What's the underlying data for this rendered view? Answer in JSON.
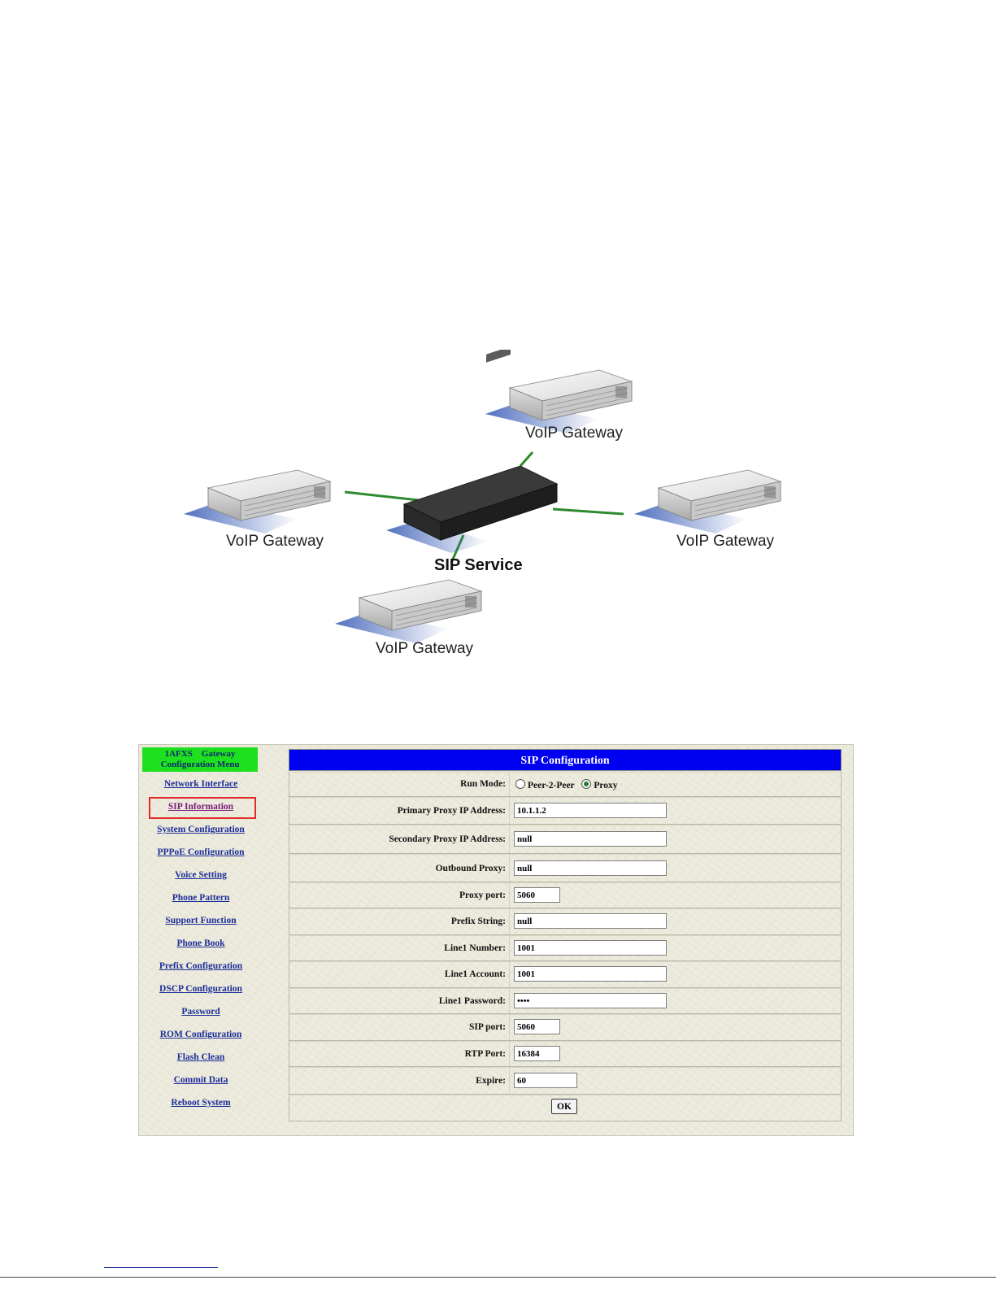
{
  "diagram": {
    "center_label": "SIP Service",
    "gateway_labels": [
      "VoIP Gateway",
      "VoIP Gateway",
      "VoIP Gateway",
      "VoIP Gateway"
    ]
  },
  "menu": {
    "header_line1": "1AFXS    Gateway",
    "header_line2": "Configuration Menu",
    "items": [
      "Network Interface",
      "SIP Information",
      "System Configuration",
      "PPPoE Configuration",
      "Voice Setting",
      "Phone Pattern",
      "Support Function",
      "Phone Book",
      "Prefix Configuration",
      "DSCP Configuration",
      "Password",
      "ROM Configuration",
      "Flash Clean",
      "Commit Data",
      "Reboot System"
    ],
    "active_item": "SIP Information"
  },
  "config": {
    "title": "SIP Configuration",
    "run_mode": {
      "label": "Run Mode:",
      "options": [
        "Peer-2-Peer",
        "Proxy"
      ],
      "selected": "Proxy"
    },
    "fields": {
      "primary_proxy": {
        "label": "Primary Proxy IP Address:",
        "value": "10.1.1.2"
      },
      "secondary_proxy": {
        "label": "Secondary Proxy IP Address:",
        "value": "null"
      },
      "outbound_proxy": {
        "label": "Outbound Proxy:",
        "value": "null"
      },
      "proxy_port": {
        "label": "Proxy port:",
        "value": "5060"
      },
      "prefix_string": {
        "label": "Prefix String:",
        "value": "null"
      },
      "line1_number": {
        "label": "Line1 Number:",
        "value": "1001"
      },
      "line1_account": {
        "label": "Line1 Account:",
        "value": "1001"
      },
      "line1_password": {
        "label": "Line1 Password:",
        "value": "••••"
      },
      "sip_port": {
        "label": "SIP port:",
        "value": "5060"
      },
      "rtp_port": {
        "label": "RTP Port:",
        "value": "16384"
      },
      "expire": {
        "label": "Expire:",
        "value": "60"
      }
    },
    "ok_label": "OK"
  }
}
